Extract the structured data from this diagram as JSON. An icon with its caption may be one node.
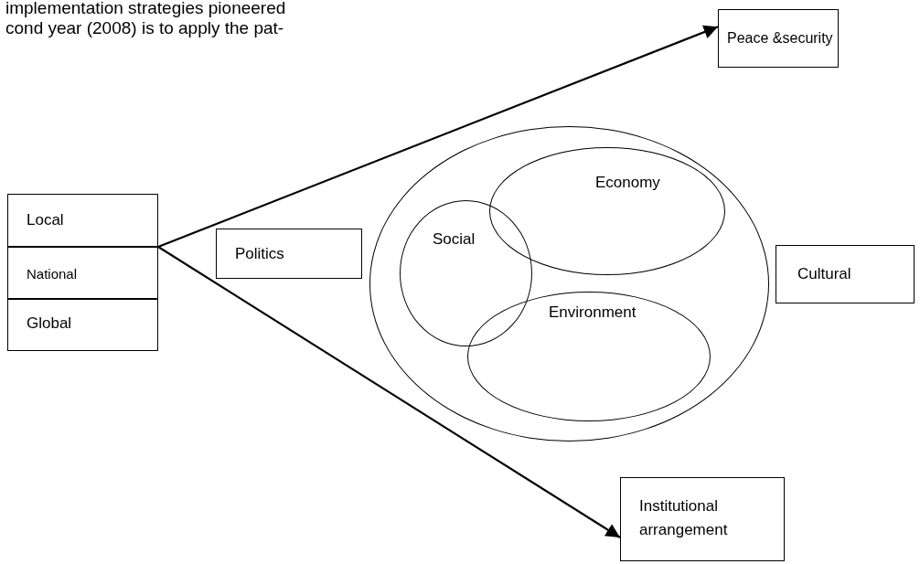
{
  "diagram": {
    "nodes": [
      {
        "text": [
          "Local"
        ]
      },
      {
        "text": [
          "National"
        ]
      },
      {
        "text": [
          "Global"
        ]
      },
      {
        "text": [
          "Peace &security"
        ]
      },
      {
        "text": [
          "Politics"
        ]
      },
      {
        "text": [],
        "shape": "ellipse"
      },
      {
        "text": [
          "Social"
        ],
        "in": 5
      },
      {
        "text": [
          "Economy"
        ],
        "in": 5
      },
      {
        "text": [
          "Environment"
        ],
        "in": 5
      },
      {
        "text": [
          "Cultural"
        ]
      },
      {
        "text": [
          "Institutional arrangement"
        ]
      }
    ],
    "edges": [
      {
        "from": 1,
        "to": 3,
        "arrow": "to"
      },
      {
        "from": 1,
        "to": 10,
        "arrow": "to"
      }
    ],
    "labels": [
      "implementation strategies pioneered",
      "cond year (2008) is to apply the pat-"
    ]
  }
}
